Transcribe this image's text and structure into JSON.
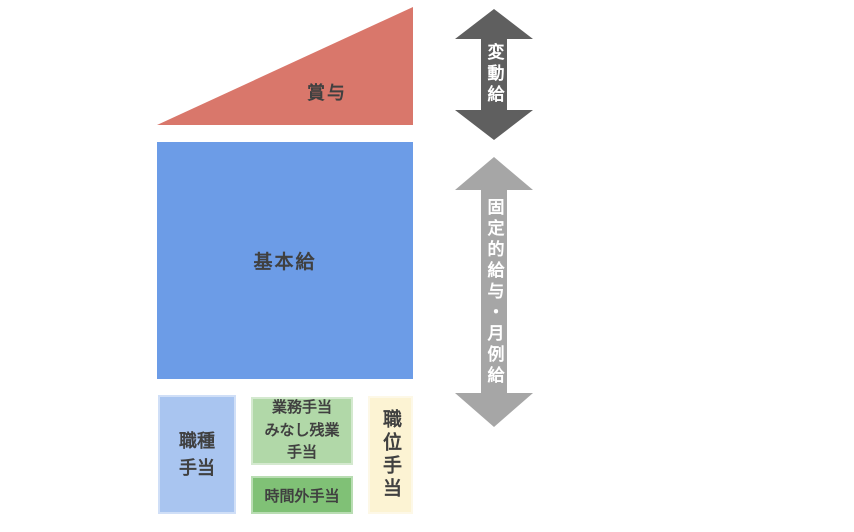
{
  "background": "#FFFFFF",
  "text_color": "#404040",
  "shapes": {
    "bonus": {
      "label": "賞与",
      "fill": "#D9776B",
      "shape": "right-triangle-rising"
    },
    "base": {
      "label": "基本給",
      "fill": "#6C9CE7",
      "shape": "rectangle"
    },
    "job_type": {
      "label": "職種\n手当",
      "fill": "#A9C5F0",
      "shape": "rectangle"
    },
    "work_misc": {
      "label": "業務手当\nみなし残業\n手当",
      "fill": "#B1D8A8",
      "shape": "rectangle"
    },
    "overtime": {
      "label": "時間外手当",
      "fill": "#80C176",
      "shape": "rectangle"
    },
    "position": {
      "label": "職位手当",
      "fill": "#FCF3D3",
      "shape": "rectangle",
      "orientation": "vertical"
    }
  },
  "arrows": {
    "variable": {
      "label": "変動給",
      "fill": "#5F5F5F",
      "text_color": "#FFFFFF",
      "direction": "vertical-double"
    },
    "fixed": {
      "label": "固定的給与・月例給",
      "fill": "#A6A6A6",
      "text_color": "#FFFFFF",
      "direction": "vertical-double"
    }
  }
}
